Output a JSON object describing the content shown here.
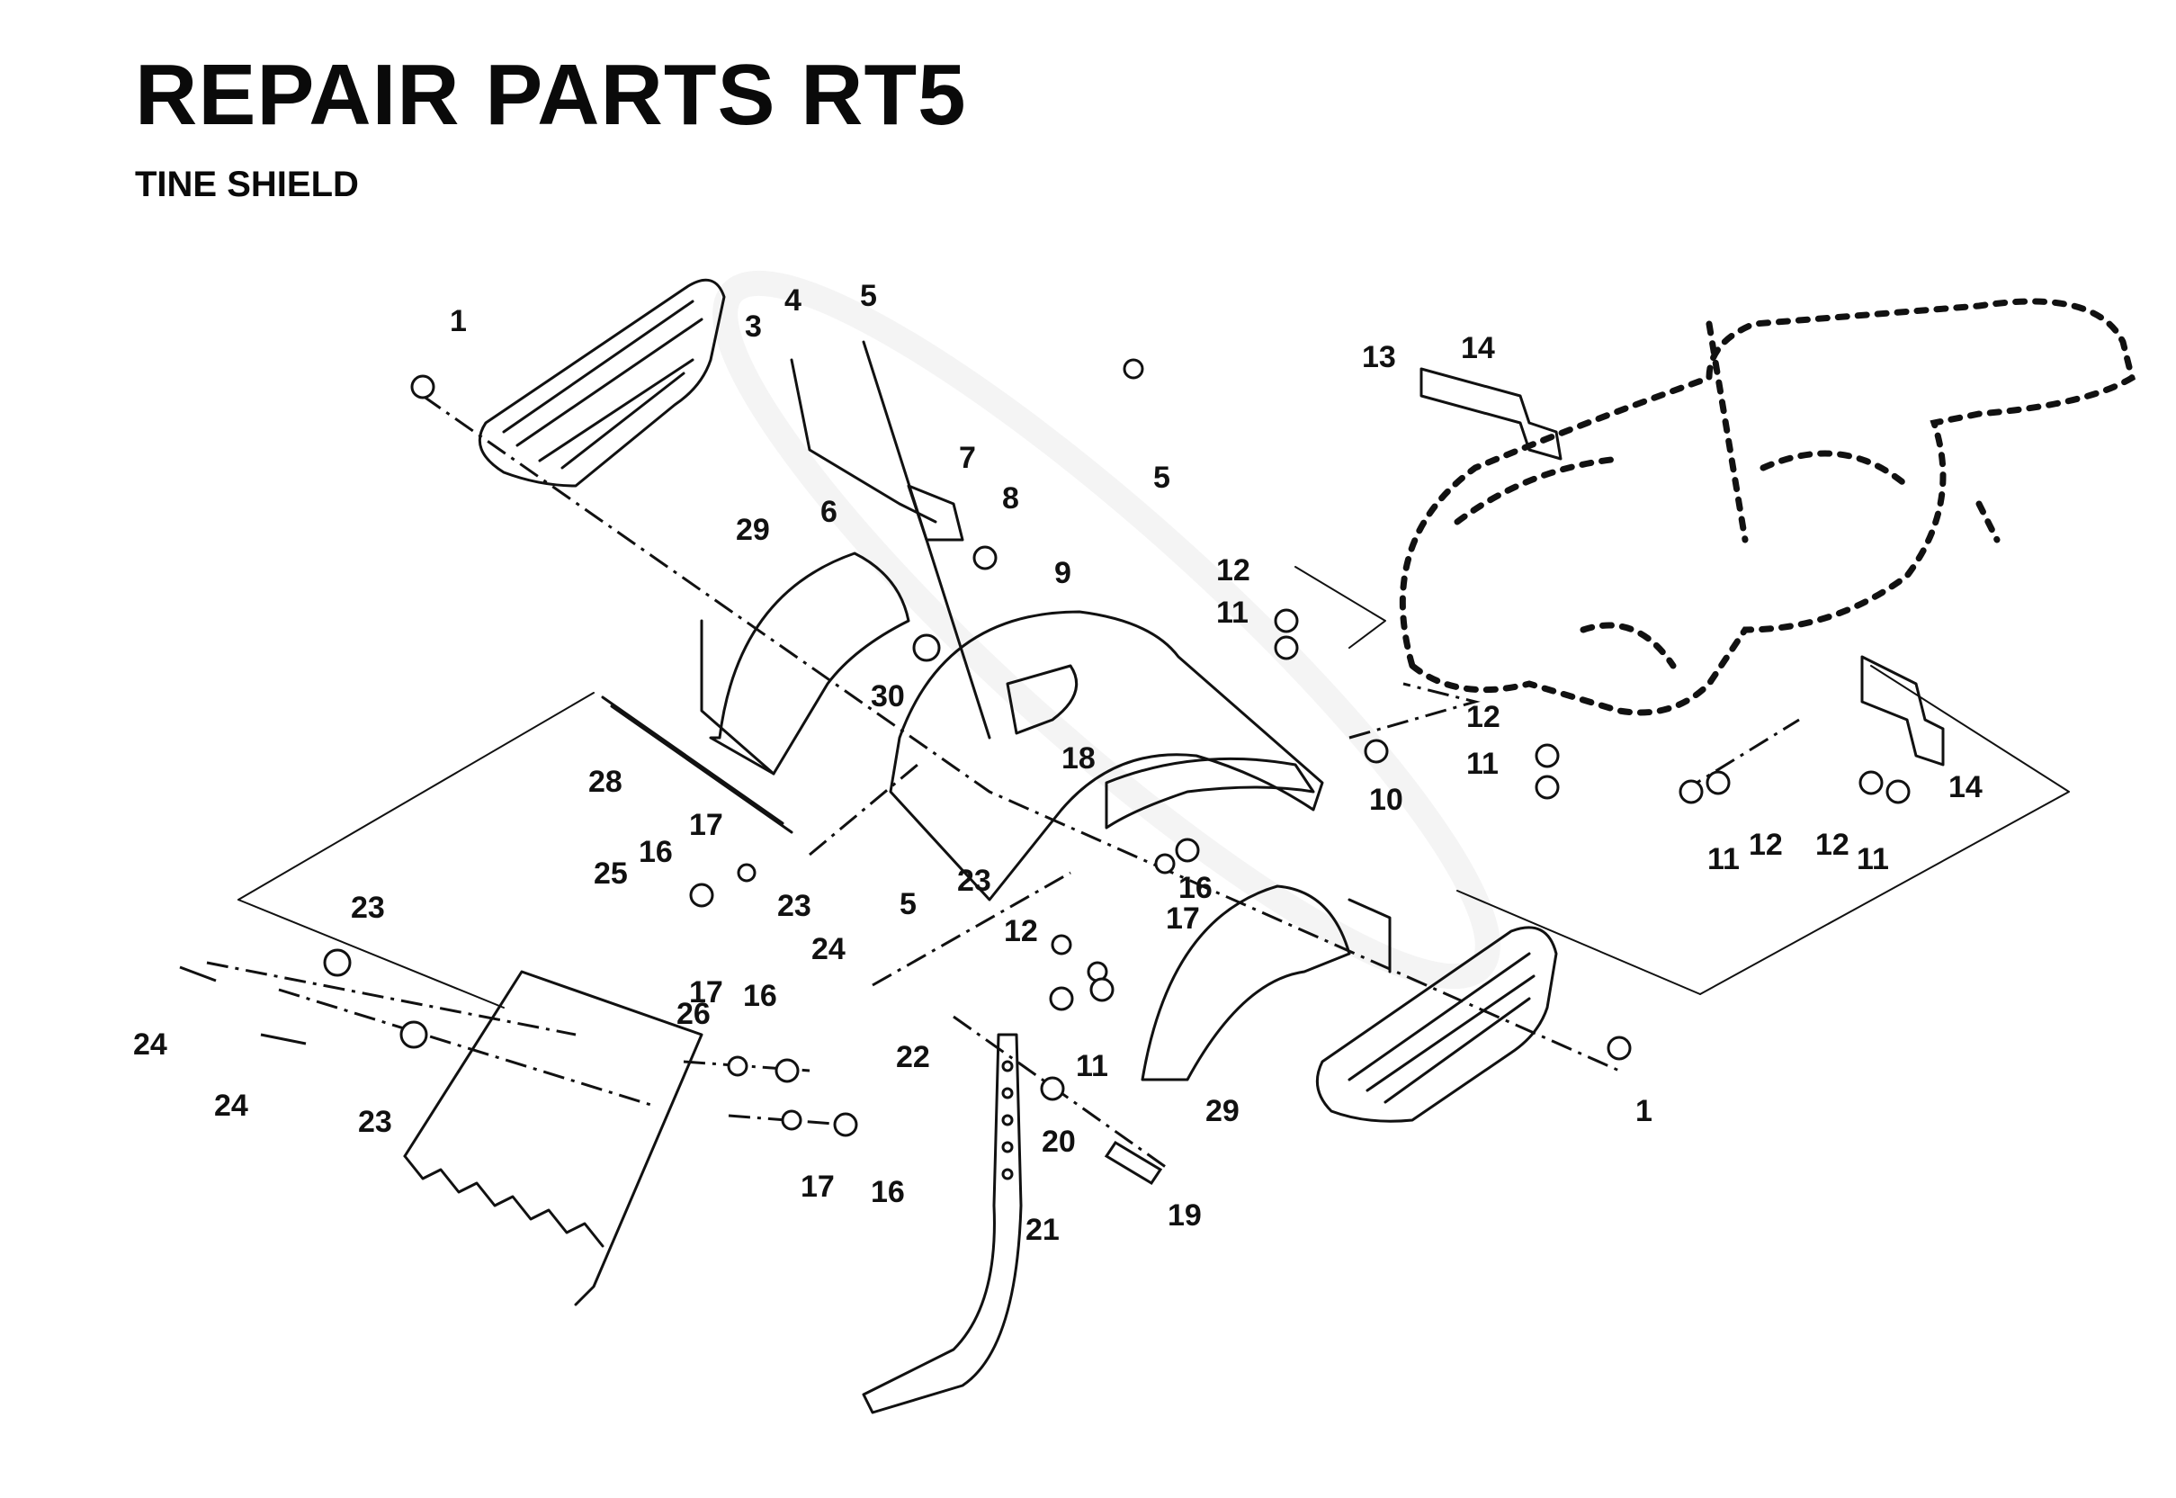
{
  "title": "REPAIR PARTS RT5",
  "subtitle": "TINE SHIELD",
  "callouts": [
    {
      "id": "c1a",
      "text": "1"
    },
    {
      "id": "c3",
      "text": "3"
    },
    {
      "id": "c4",
      "text": "4"
    },
    {
      "id": "c5a",
      "text": "5"
    },
    {
      "id": "c6",
      "text": "6"
    },
    {
      "id": "c7",
      "text": "7"
    },
    {
      "id": "c8",
      "text": "8"
    },
    {
      "id": "c29a",
      "text": "29"
    },
    {
      "id": "c5b",
      "text": "5"
    },
    {
      "id": "c9",
      "text": "9"
    },
    {
      "id": "c13",
      "text": "13"
    },
    {
      "id": "c14a",
      "text": "14"
    },
    {
      "id": "c12a",
      "text": "12"
    },
    {
      "id": "c11a",
      "text": "11"
    },
    {
      "id": "c30",
      "text": "30"
    },
    {
      "id": "c18",
      "text": "18"
    },
    {
      "id": "c12b",
      "text": "12"
    },
    {
      "id": "c11b",
      "text": "11"
    },
    {
      "id": "c28",
      "text": "28"
    },
    {
      "id": "c10",
      "text": "10"
    },
    {
      "id": "c14b",
      "text": "14"
    },
    {
      "id": "c17a",
      "text": "17"
    },
    {
      "id": "c16a",
      "text": "16"
    },
    {
      "id": "c25",
      "text": "25"
    },
    {
      "id": "c23a",
      "text": "23"
    },
    {
      "id": "c5c",
      "text": "5"
    },
    {
      "id": "c23b",
      "text": "23"
    },
    {
      "id": "c16b",
      "text": "16"
    },
    {
      "id": "c17b",
      "text": "17"
    },
    {
      "id": "c11c",
      "text": "11"
    },
    {
      "id": "c12c",
      "text": "12"
    },
    {
      "id": "c12d",
      "text": "12"
    },
    {
      "id": "c11d",
      "text": "11"
    },
    {
      "id": "c23c",
      "text": "23"
    },
    {
      "id": "c24a",
      "text": "24"
    },
    {
      "id": "c12e",
      "text": "12"
    },
    {
      "id": "c11e",
      "text": "11"
    },
    {
      "id": "c24b",
      "text": "24"
    },
    {
      "id": "c26",
      "text": "26"
    },
    {
      "id": "c17c",
      "text": "17"
    },
    {
      "id": "c16c",
      "text": "16"
    },
    {
      "id": "c22",
      "text": "22"
    },
    {
      "id": "c24c",
      "text": "24"
    },
    {
      "id": "c23d",
      "text": "23"
    },
    {
      "id": "c20",
      "text": "20"
    },
    {
      "id": "c29b",
      "text": "29"
    },
    {
      "id": "c1b",
      "text": "1"
    },
    {
      "id": "c17d",
      "text": "17"
    },
    {
      "id": "c16d",
      "text": "16"
    },
    {
      "id": "c19",
      "text": "19"
    },
    {
      "id": "c21",
      "text": "21"
    }
  ]
}
